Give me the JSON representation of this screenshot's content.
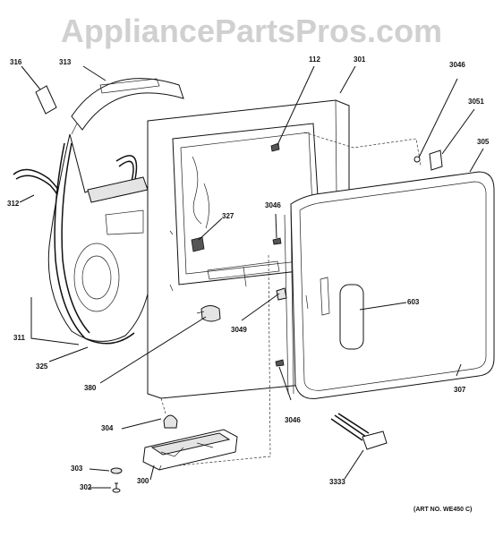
{
  "watermark": "AppliancePartsPros.com",
  "art_number": "(ART NO. WE450 C)",
  "callouts": {
    "p316": "316",
    "p313": "313",
    "p112": "112",
    "p301": "301",
    "p3046a": "3046",
    "p3051": "3051",
    "p305": "305",
    "p312": "312",
    "p327": "327",
    "p3046b": "3046",
    "p603": "603",
    "p311": "311",
    "p3049": "3049",
    "p325": "325",
    "p380": "380",
    "p307": "307",
    "p3046c": "3046",
    "p304": "304",
    "p303": "303",
    "p300": "300",
    "p302": "302",
    "p3333": "3333"
  }
}
